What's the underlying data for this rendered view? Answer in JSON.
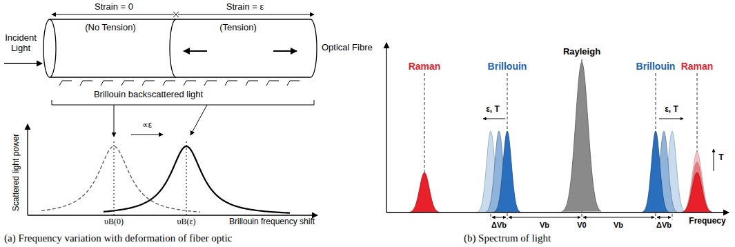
{
  "diagram": {
    "labels": [
      "Strain = 0",
      "Strain = ε",
      "(No Tension)",
      "(Tension)",
      "Incident Light",
      "Optical Fibre",
      "Brillouin backscattered light",
      "∝ε",
      "Scattered light power",
      "υB(0)",
      "υB(ε)",
      "Brillouin frequency shift",
      "Rayleigh",
      "Raman",
      "Brillouin",
      "Brillouin",
      "Raman",
      "ε, T",
      "ε, T",
      "T",
      "ΔVb",
      "Vb",
      "V0",
      "Vb",
      "ΔVb",
      "Frequecy",
      "(a) Frequency variation with deformation of fiber optic",
      "(b) Spectrum of light"
    ]
  }
}
